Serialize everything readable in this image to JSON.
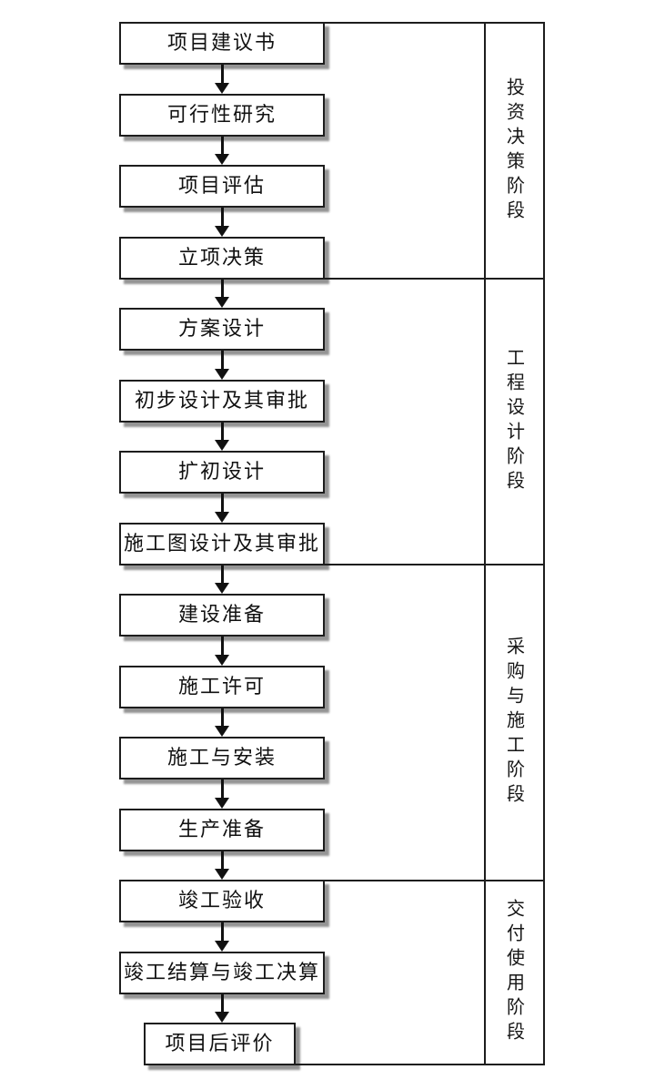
{
  "figure": {
    "background": "#ffffff",
    "line_color": "#1d1d1d",
    "box_fill": "#ffffff",
    "text_color": "#111111",
    "shadow_color": "#9a9a9a"
  },
  "flowchart": {
    "steps": [
      {
        "label": "项目建议书"
      },
      {
        "label": "可行性研究"
      },
      {
        "label": "项目评估"
      },
      {
        "label": "立项决策"
      },
      {
        "label": "方案设计"
      },
      {
        "label": "初步设计及其审批"
      },
      {
        "label": "扩初设计"
      },
      {
        "label": "施工图设计及其审批"
      },
      {
        "label": "建设准备"
      },
      {
        "label": "施工许可"
      },
      {
        "label": "施工与安装"
      },
      {
        "label": "生产准备"
      },
      {
        "label": "竣工验收"
      },
      {
        "label": "竣工结算与竣工决算"
      },
      {
        "label": "项目后评价"
      }
    ],
    "phases": [
      {
        "label": "投资决策阶段"
      },
      {
        "label": "工程设计阶段"
      },
      {
        "label": "采购与施工阶段"
      },
      {
        "label": "交付使用阶段"
      }
    ]
  }
}
